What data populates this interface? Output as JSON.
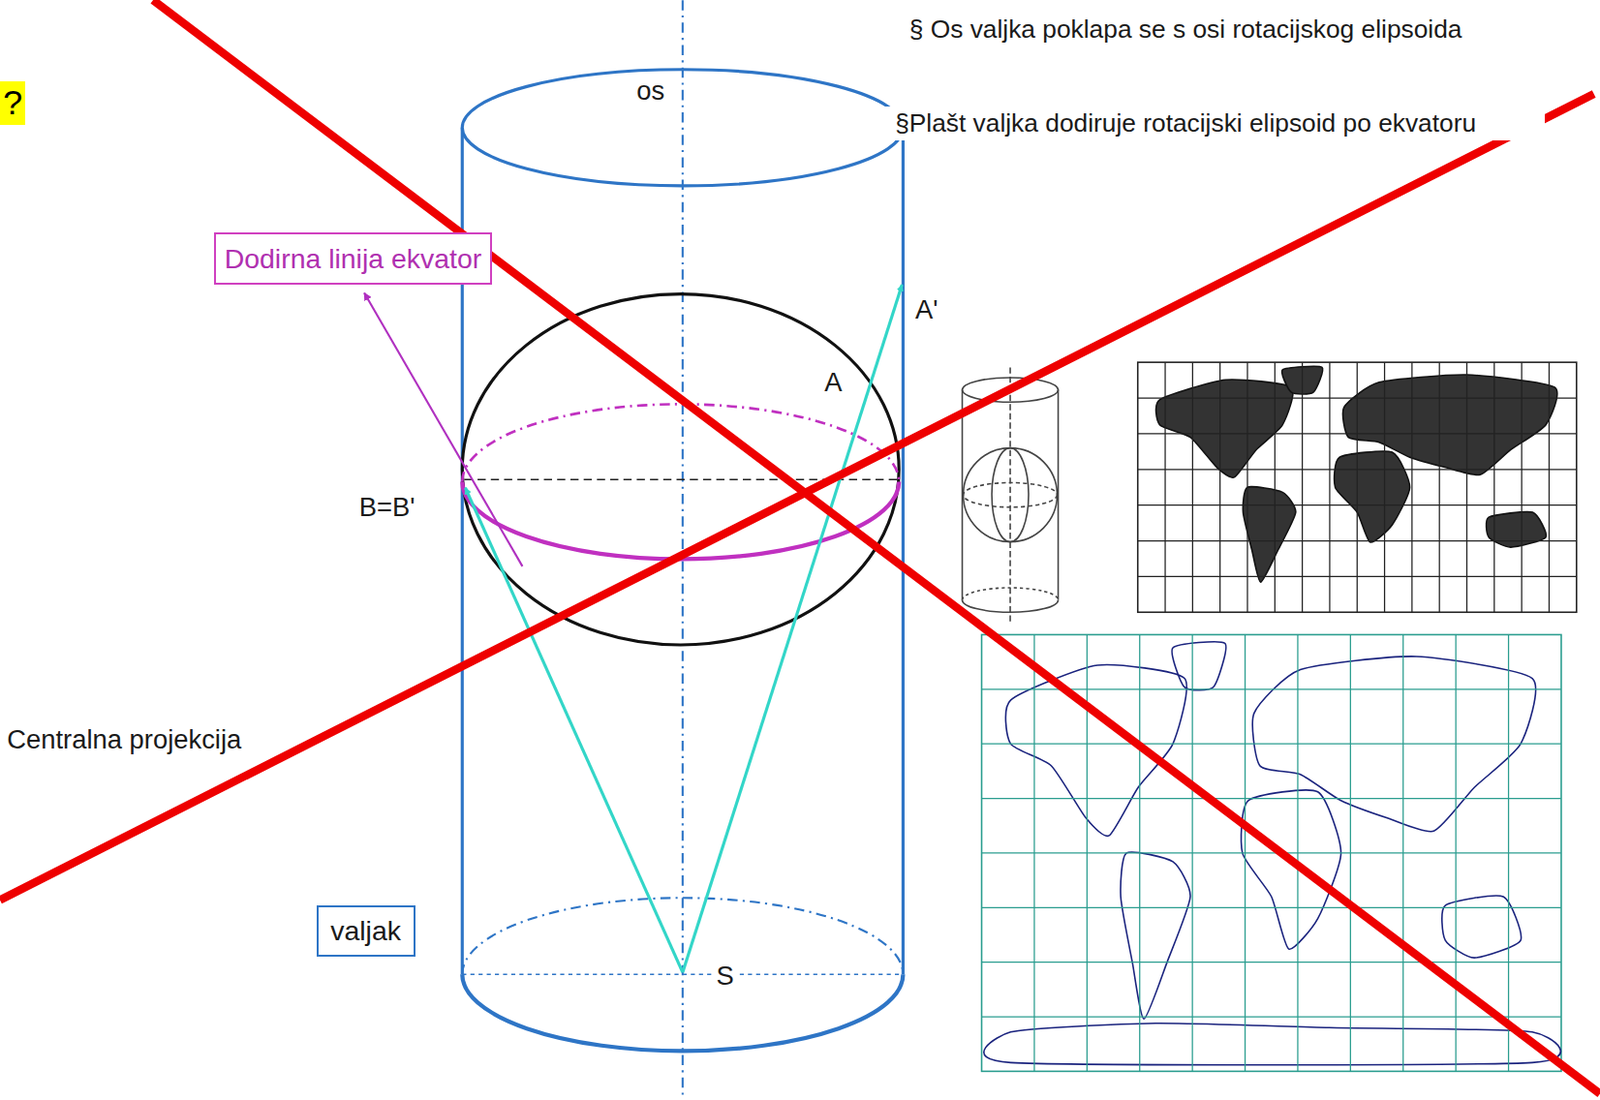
{
  "diagram": {
    "nodes": [
      {
        "text": [
          "?"
        ]
      },
      {
        "text": [
          "Dodirna linija ekvator"
        ]
      },
      {
        "text": [
          "valjak"
        ]
      }
    ],
    "labels": [
      "§ Os valjka poklapa se s osi rotacijskog elipsoida",
      "§Plašt valjka dodiruje rotacijski elipsoid po ekvatoru",
      "os",
      "A'",
      "A",
      "B=B'",
      "Centralna projekcija",
      "S"
    ]
  }
}
